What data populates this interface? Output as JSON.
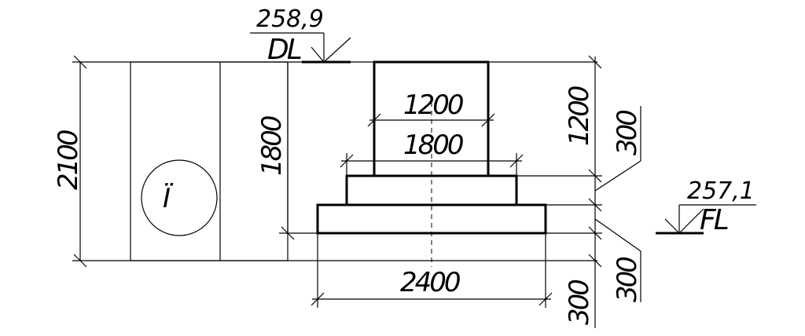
{
  "levels": {
    "top_value": "258,9",
    "top_code": "DL",
    "floor_value": "257,1",
    "floor_code": "FL"
  },
  "section_mark": "Ï",
  "dimensions": {
    "total_height": "2100",
    "pit_depth": "1800",
    "column_width": "1200",
    "column_height": "1200",
    "step_width": "1800",
    "base_width": "2400",
    "upper_step_height": "300",
    "lower_step_height": "300",
    "bottom_height": "300"
  }
}
